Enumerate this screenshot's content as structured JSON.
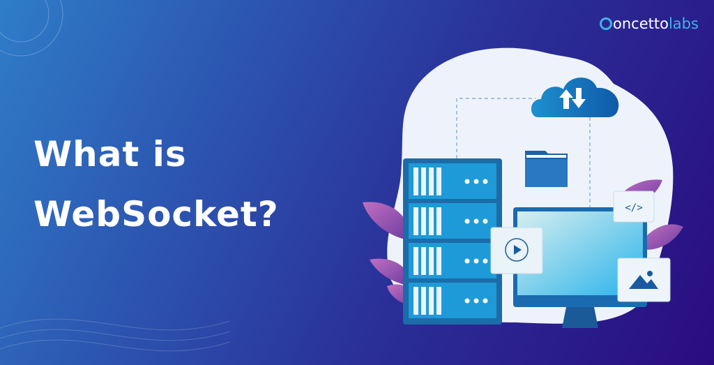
{
  "headline": {
    "line1": "What is",
    "line2": "WebSocket?"
  },
  "logo": {
    "text": "concettolabs",
    "part1": "oncetto",
    "part2": "labs"
  },
  "illustration": {
    "code_card_text": "</>"
  },
  "colors": {
    "accent": "#3fb4e8",
    "bg_left": "#2f7dc8",
    "bg_right": "#2a0c80",
    "server": "#1e86c8"
  }
}
